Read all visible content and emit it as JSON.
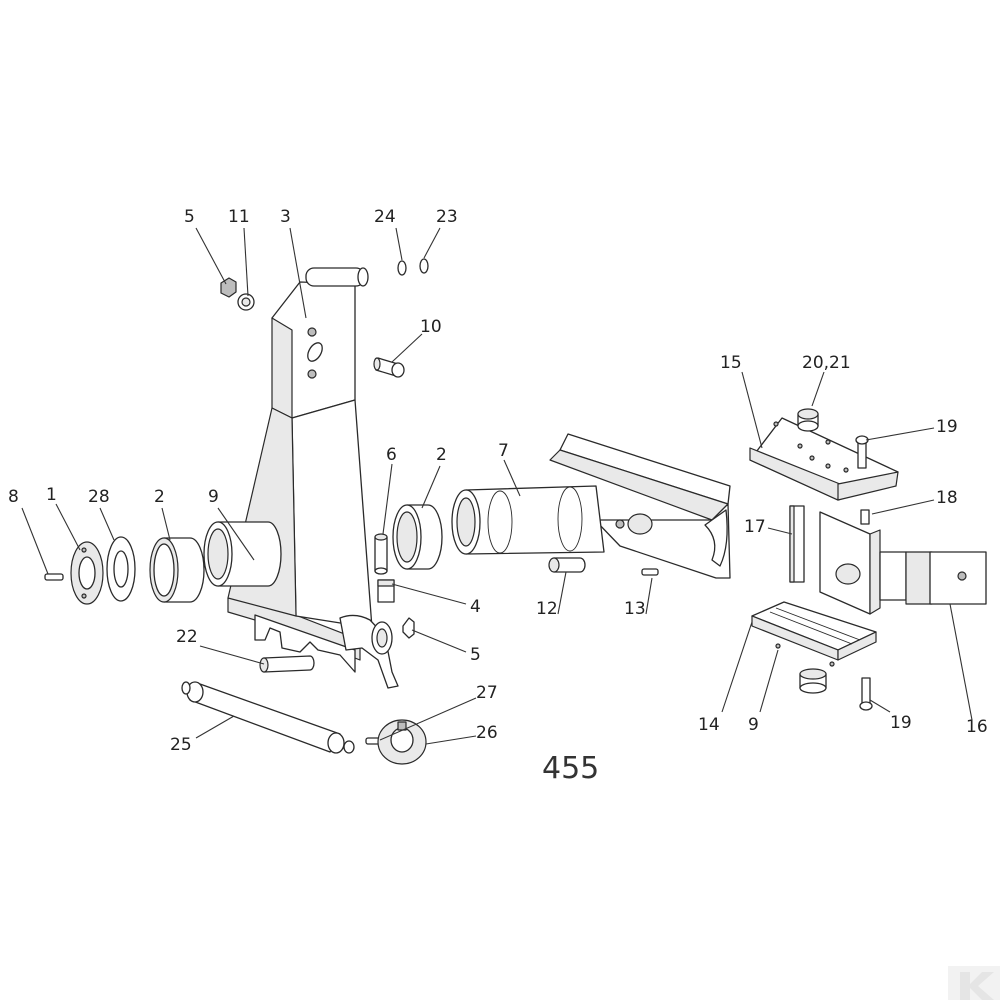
{
  "diagram": {
    "figure_number": "455",
    "callouts": [
      "5",
      "11",
      "3",
      "24",
      "23",
      "10",
      "15",
      "20,21",
      "19",
      "6",
      "2",
      "7",
      "18",
      "17",
      "8",
      "1",
      "28",
      "2",
      "9",
      "4",
      "12",
      "13",
      "5",
      "16",
      "22",
      "27",
      "26",
      "25",
      "14",
      "9",
      "19"
    ]
  },
  "logo": {
    "text": "K",
    "color": "#e5e5e5"
  }
}
